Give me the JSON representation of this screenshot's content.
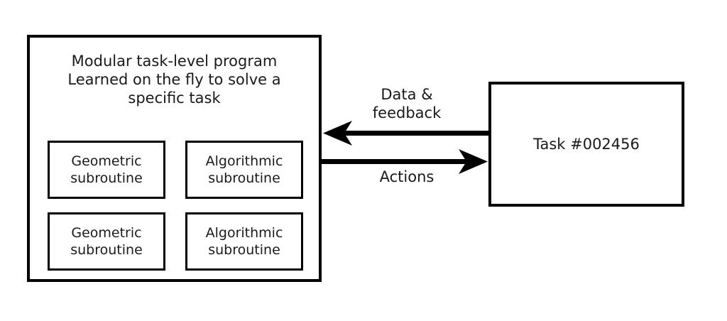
{
  "diagram": {
    "background_color": "#ffffff",
    "stroke_color": "#000000",
    "text_color": "#1a1a1a",
    "program_box": {
      "title": "Modular task-level program\nLearned on the fly to solve a\nspecific task",
      "subroutines": [
        {
          "label": "Geometric\nsubroutine"
        },
        {
          "label": "Algorithmic\nsubroutine"
        },
        {
          "label": "Geometric\nsubroutine"
        },
        {
          "label": "Algorithmic\nsubroutine"
        }
      ]
    },
    "task_box": {
      "label": "Task #002456"
    },
    "arrows": [
      {
        "name": "data-feedback-arrow",
        "label": "Data &\nfeedback",
        "direction": "right-to-left"
      },
      {
        "name": "actions-arrow",
        "label": "Actions",
        "direction": "left-to-right"
      }
    ]
  }
}
